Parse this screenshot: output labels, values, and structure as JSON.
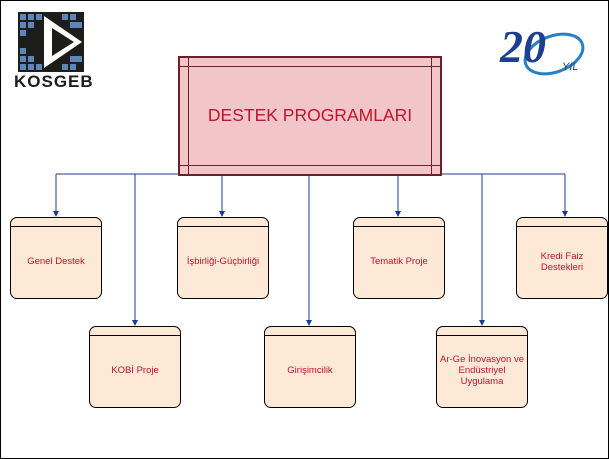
{
  "logos": {
    "left_text": "KOSGEB",
    "right_number": "20",
    "right_suffix": "YIL"
  },
  "title": "DESTEK PROGRAMLARI",
  "programs": [
    {
      "label": "Genel Destek"
    },
    {
      "label": "İşbirliği-Güçbirliği"
    },
    {
      "label": "Tematik Proje"
    },
    {
      "label": "Kredi Faiz Destekleri"
    },
    {
      "label": "KOBİ Proje"
    },
    {
      "label": "Girişimcilik"
    },
    {
      "label": "Ar-Ge İnovasyon ve Endüstriyel Uygulama"
    }
  ],
  "colors": {
    "title_fill": "#f2c6c9",
    "title_text": "#c4122f",
    "box_fill": "#fde9d6",
    "connector": "#1f3b8f"
  }
}
